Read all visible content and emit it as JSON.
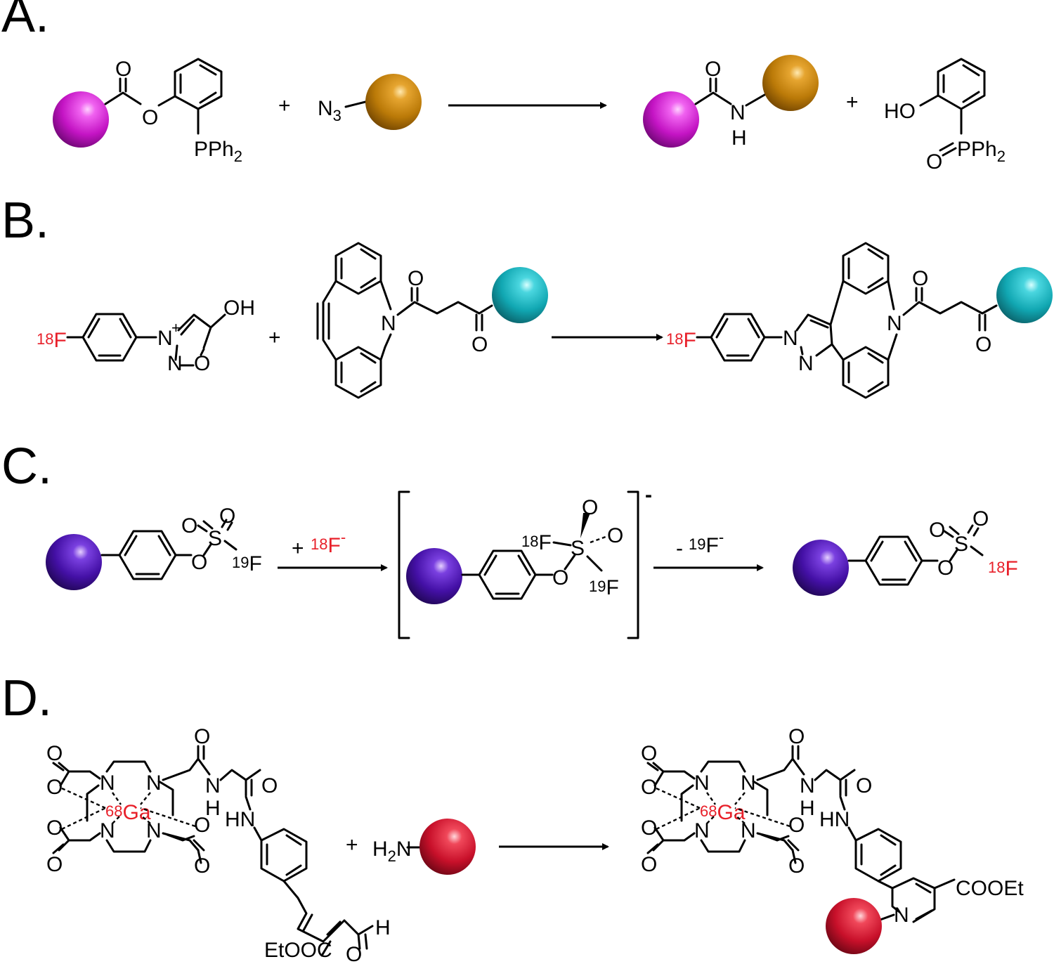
{
  "panels": {
    "a": {
      "label": "A.",
      "plus1": "+",
      "plus2": "+",
      "O": "O",
      "PPh": "PPh",
      "sub2": "2",
      "N": "N",
      "sub3": "3",
      "H": "H",
      "HO": "HO"
    },
    "b": {
      "label": "B.",
      "mass18": "18",
      "F": "F",
      "N": "N",
      "plus_charge": "+",
      "O": "O",
      "OH": "OH",
      "plus": "+"
    },
    "c": {
      "label": "C.",
      "O": "O",
      "S": "S",
      "F": "F",
      "mass18": "18",
      "mass19": "19",
      "arrow1_plus": "+",
      "minus": "-",
      "bracket_charge": "-",
      "arrow2_minus": "-"
    },
    "d": {
      "label": "D.",
      "O": "O",
      "N": "N",
      "H": "H",
      "HN": "HN",
      "mass68": "68",
      "Ga": "Ga",
      "EtOOC": "EtOOC",
      "COOEt": "COOEt",
      "plus": "+",
      "H2N_H": "H",
      "sub2": "2"
    }
  },
  "colors": {
    "magenta": "#d81ed8",
    "gold": "#c8860a",
    "cyan": "#17b9c4",
    "violet": "#4a10b0",
    "crimson": "#d0102a",
    "isotope_red": "#e8202a"
  }
}
